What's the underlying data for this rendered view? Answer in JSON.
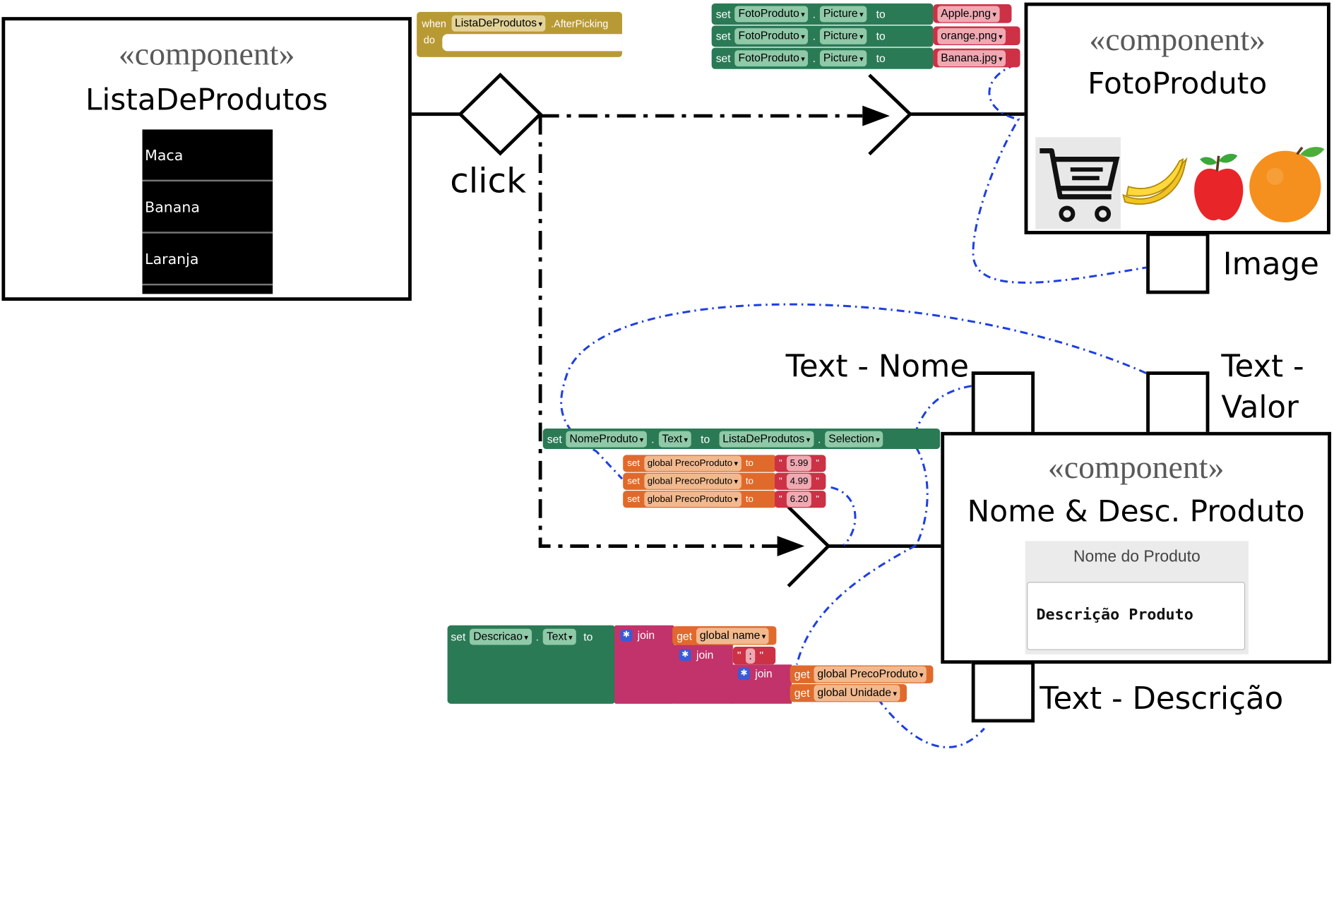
{
  "stereotype": "«component»",
  "components": {
    "lista": {
      "name": "ListaDeProdutos",
      "items": [
        "Maca",
        "Banana",
        "Laranja"
      ]
    },
    "foto": {
      "name": "FotoProduto",
      "port": "Image"
    },
    "nome": {
      "name": "Nome & Desc. Produto",
      "name_placeholder": "Nome do Produto",
      "desc_placeholder": "Descrição Produto",
      "port_nome": "Text - Nome",
      "port_valor_1": "Text -",
      "port_valor_2": "Valor",
      "port_desc": "Text - Descrição"
    }
  },
  "click_label": "click",
  "blocks": {
    "event": {
      "when": "when",
      "component": "ListaDeProdutos",
      "event": ".AfterPicking",
      "do": "do"
    },
    "set_picture": [
      {
        "set": "set",
        "comp": "FotoProduto",
        "prop": "Picture",
        "to": "to",
        "value": "Apple.png"
      },
      {
        "set": "set",
        "comp": "FotoProduto",
        "prop": "Picture",
        "to": "to",
        "value": "orange.png"
      },
      {
        "set": "set",
        "comp": "FotoProduto",
        "prop": "Picture",
        "to": "to",
        "value": "Banana.jpg"
      }
    ],
    "set_nome": {
      "set": "set",
      "comp": "NomeProduto",
      "prop": "Text",
      "to": "to",
      "src": "ListaDeProdutos",
      "src_prop": "Selection"
    },
    "set_preco": [
      {
        "set": "set",
        "var": "global PrecoProduto",
        "to": "to",
        "value": "5.99"
      },
      {
        "set": "set",
        "var": "global PrecoProduto",
        "to": "to",
        "value": "4.99"
      },
      {
        "set": "set",
        "var": "global PrecoProduto",
        "to": "to",
        "value": "6.20"
      }
    ],
    "set_desc": {
      "set": "set",
      "comp": "Descricao",
      "prop": "Text",
      "to": "to",
      "join": "join",
      "get": "get",
      "g_name": "global name",
      "colon": ":",
      "g_preco": "global PrecoProduto",
      "g_unidade": "global Unidade"
    }
  },
  "colors": {
    "green": "#2a7a55",
    "red": "#cc3145",
    "orange": "#e06a2c",
    "gold": "#b89a35",
    "magenta": "#c1336a",
    "blue_link": "#1f3fe0"
  },
  "icons": [
    "cart-icon",
    "banana-icon",
    "apple-icon",
    "orange-icon"
  ]
}
